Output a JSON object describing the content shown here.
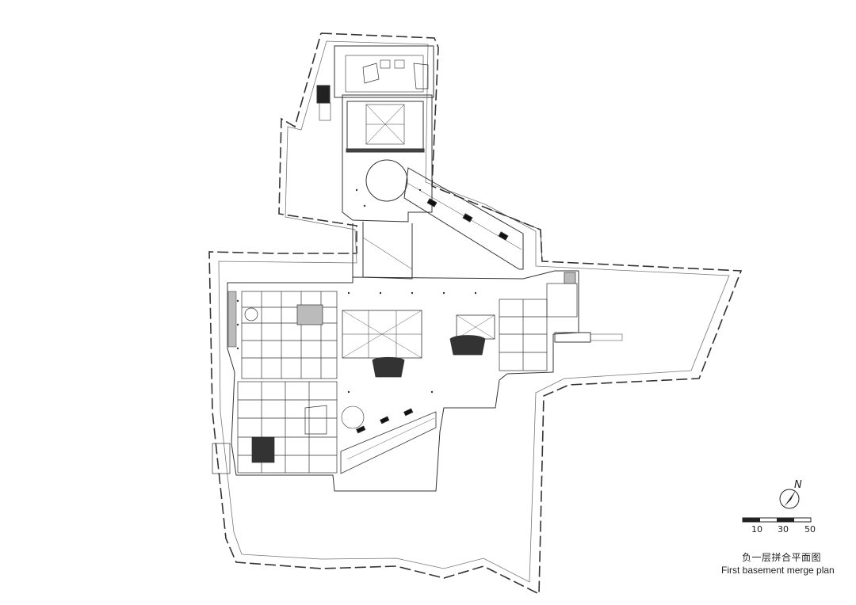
{
  "legend": {
    "north_label": "N",
    "scale_ticks": [
      "10",
      "30",
      "50"
    ],
    "caption_cn": "负一层拼合平面图",
    "caption_en": "First basement merge plan"
  },
  "colors": {
    "line": "#333333",
    "light_line": "#8a8a8a",
    "fill_dark": "#1a1a1a",
    "background": "#ffffff"
  }
}
